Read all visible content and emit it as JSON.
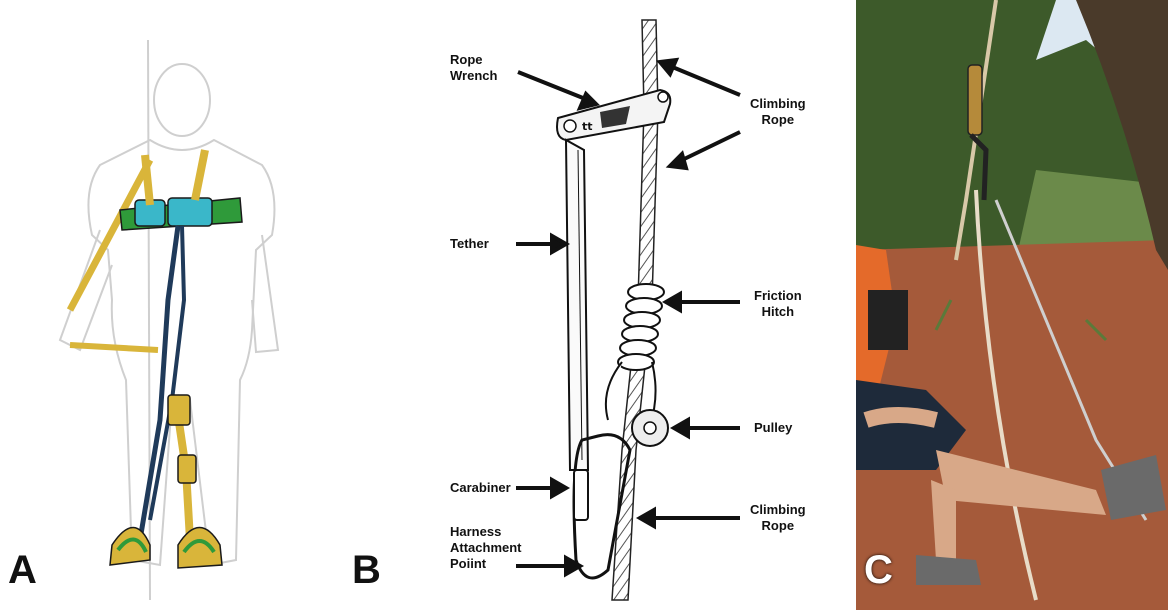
{
  "panels": {
    "a": {
      "letter": "A"
    },
    "b": {
      "letter": "B",
      "labels": {
        "rope_wrench": "Rope\nWrench",
        "climbing_rope_top": "Climbing\nRope",
        "tether": "Tether",
        "friction_hitch": "Friction\nHitch",
        "pulley": "Pulley",
        "carabiner": "Carabiner",
        "climbing_rope_bottom": "Climbing\nRope",
        "harness_attachment_point": "Harness\nAttachment\nPoiint"
      },
      "wrench_engraving": "tt"
    },
    "c": {
      "letter": "C"
    }
  },
  "colors": {
    "harness_green": "#2f9a3a",
    "harness_cyan": "#3ab7c9",
    "strap_navy": "#1f3a5a",
    "strap_yellow": "#d9b53a",
    "sky": "#dce8f2",
    "foliage": "#3d5a2a",
    "soil": "#a55a3a",
    "shirt_orange": "#e46a2a"
  }
}
